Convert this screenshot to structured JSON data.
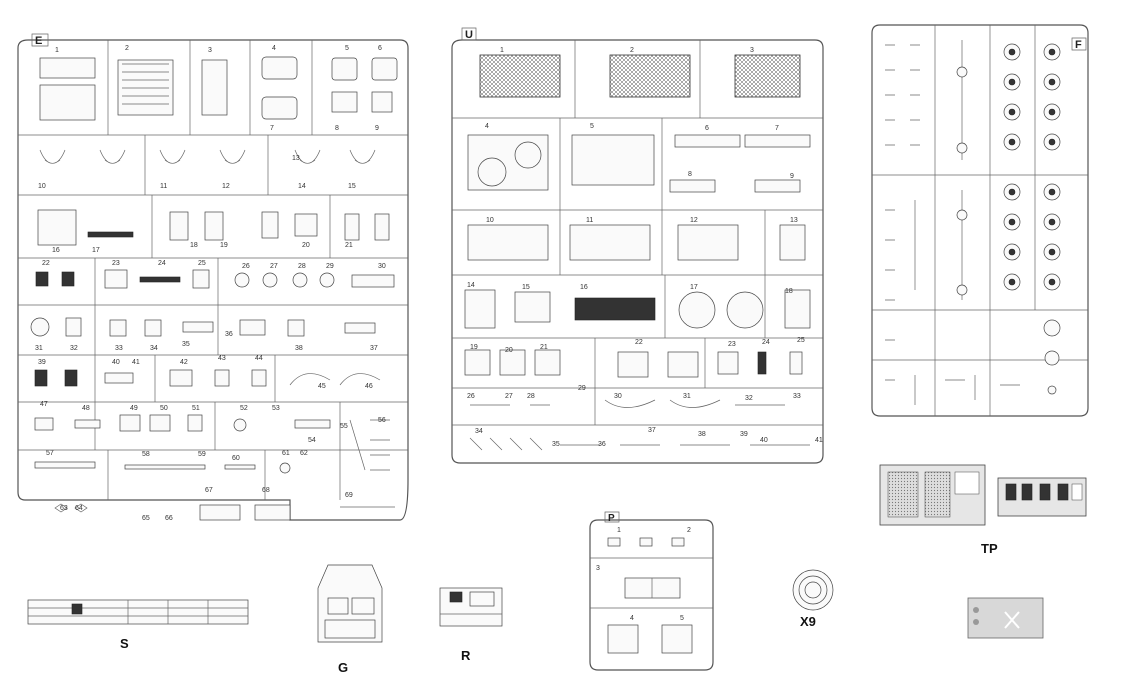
{
  "sheet_letters": {
    "E": "E",
    "U": "U",
    "F": "F",
    "P": "P"
  },
  "bottom_labels": {
    "S": "S",
    "G": "G",
    "R": "R",
    "X9": "X9",
    "TP": "TP"
  },
  "E_numbers": [
    "1",
    "2",
    "3",
    "4",
    "5",
    "6",
    "7",
    "8",
    "9",
    "10",
    "11",
    "12",
    "13",
    "14",
    "15",
    "16",
    "17",
    "18",
    "19",
    "20",
    "21",
    "22",
    "23",
    "24",
    "25",
    "26",
    "27",
    "28",
    "29",
    "30",
    "31",
    "32",
    "33",
    "34",
    "35",
    "36",
    "37",
    "38",
    "39",
    "40",
    "41",
    "42",
    "43",
    "44",
    "45",
    "46",
    "47",
    "48",
    "49",
    "50",
    "51",
    "52",
    "53",
    "54",
    "55",
    "56",
    "57",
    "58",
    "59",
    "60",
    "61",
    "62",
    "63",
    "64",
    "65",
    "66",
    "67",
    "68",
    "69"
  ],
  "U_numbers": [
    "1",
    "2",
    "3",
    "4",
    "5",
    "6",
    "7",
    "8",
    "9",
    "10",
    "11",
    "12",
    "13",
    "14",
    "15",
    "16",
    "17",
    "18",
    "19",
    "20",
    "21",
    "22",
    "23",
    "24",
    "25",
    "26",
    "27",
    "28",
    "29",
    "30",
    "31",
    "32",
    "33",
    "34",
    "35",
    "36",
    "37",
    "38",
    "39",
    "40",
    "41"
  ],
  "P_numbers": [
    "1",
    "2",
    "3",
    "4",
    "5"
  ]
}
